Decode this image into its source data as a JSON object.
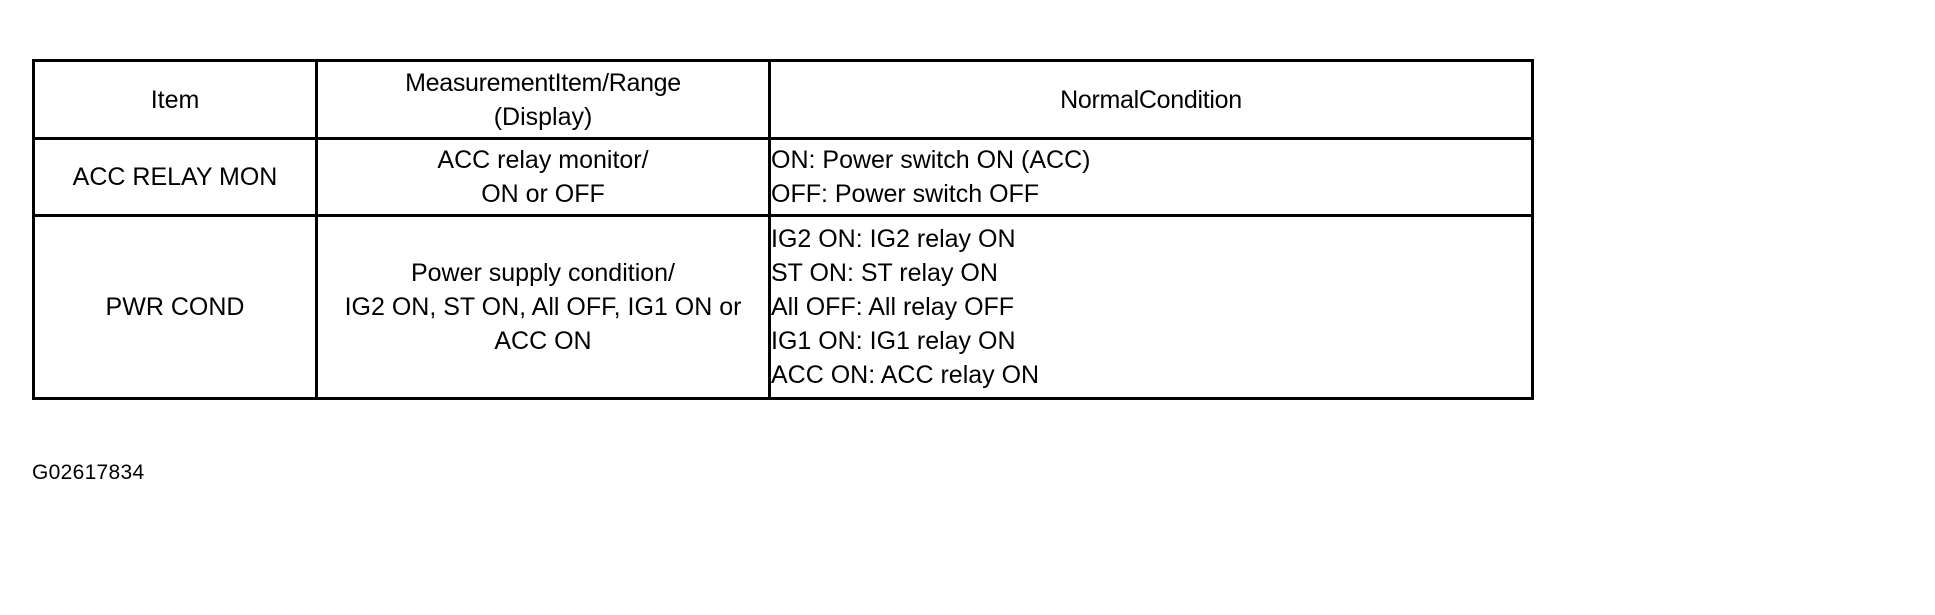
{
  "document": {
    "caption": "G02617834"
  },
  "table": {
    "headers": {
      "item": "Item",
      "measurement_line1": "MeasurementItem/Range",
      "measurement_line2": "(Display)",
      "normal_condition": "NormalCondition"
    },
    "rows": [
      {
        "item": "ACC RELAY MON",
        "measurement": [
          "ACC relay monitor/",
          "ON or OFF"
        ],
        "normal_condition": [
          "ON: Power switch ON (ACC)",
          "OFF: Power switch OFF"
        ]
      },
      {
        "item": "PWR COND",
        "measurement": [
          "Power supply condition/",
          "IG2 ON, ST ON, All OFF, IG1 ON or",
          "ACC ON"
        ],
        "normal_condition": [
          "IG2 ON: IG2 relay ON",
          "ST ON: ST relay ON",
          "All OFF: All relay OFF",
          "IG1 ON: IG1 relay ON",
          "ACC ON: ACC relay ON"
        ]
      }
    ]
  },
  "colors": {
    "border": "#000000",
    "text": "#000000",
    "background": "#ffffff"
  }
}
